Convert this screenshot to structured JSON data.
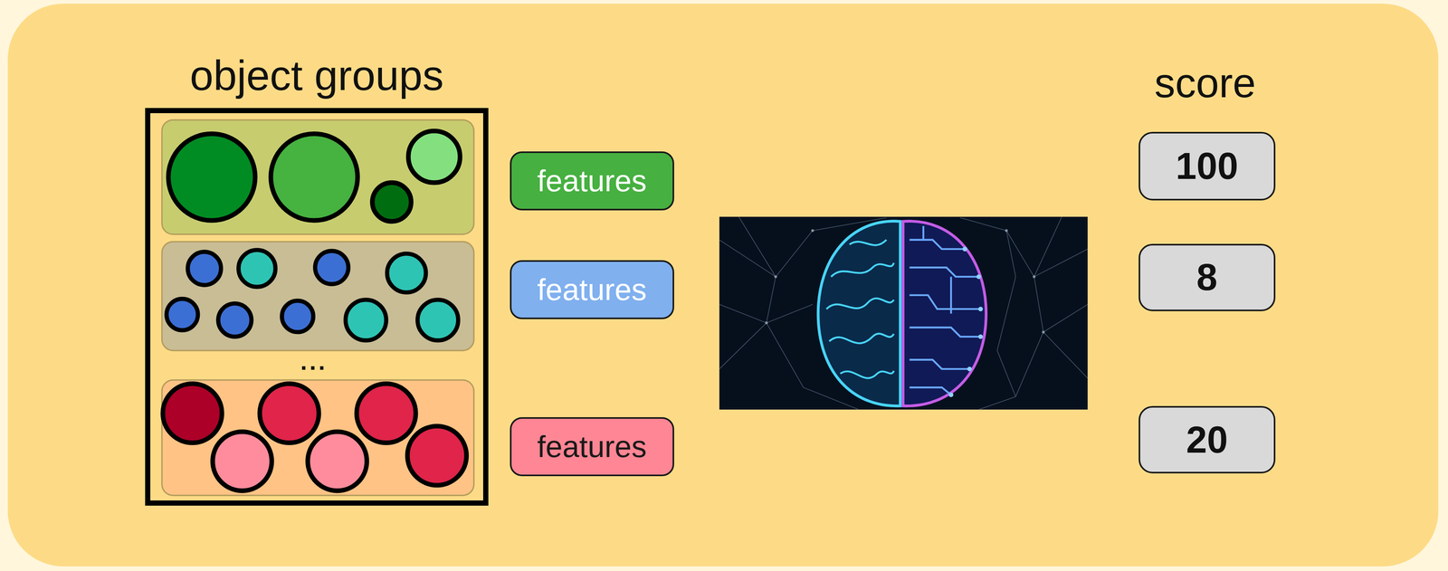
{
  "diagram": {
    "nodes": [
      {
        "text": [
          "object groups"
        ]
      },
      {
        "text": [
          "features"
        ]
      },
      {
        "text": [
          "features"
        ]
      },
      {
        "text": [
          "features"
        ]
      },
      {
        "text": [
          "100"
        ]
      },
      {
        "text": [
          "8"
        ]
      },
      {
        "text": [
          "20"
        ]
      }
    ],
    "labels": [
      "score",
      "..."
    ]
  }
}
